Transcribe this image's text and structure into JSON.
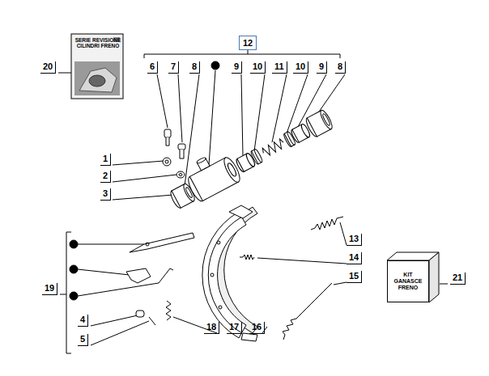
{
  "diagram": {
    "nodes": [
      {
        "text": [
          "12"
        ]
      },
      {
        "text": [
          "SERIE REVISIONE CILINDRI FRENO"
        ]
      },
      {
        "text": [
          "KIT GANASCE FRENO"
        ]
      }
    ],
    "edges": [],
    "labels": [
      "20",
      "6",
      "7",
      "8",
      "9",
      "10",
      "11",
      "10",
      "9",
      "8",
      "1",
      "2",
      "3",
      "13",
      "14",
      "15",
      "19",
      "4",
      "5",
      "18",
      "17",
      "16",
      "21"
    ]
  }
}
